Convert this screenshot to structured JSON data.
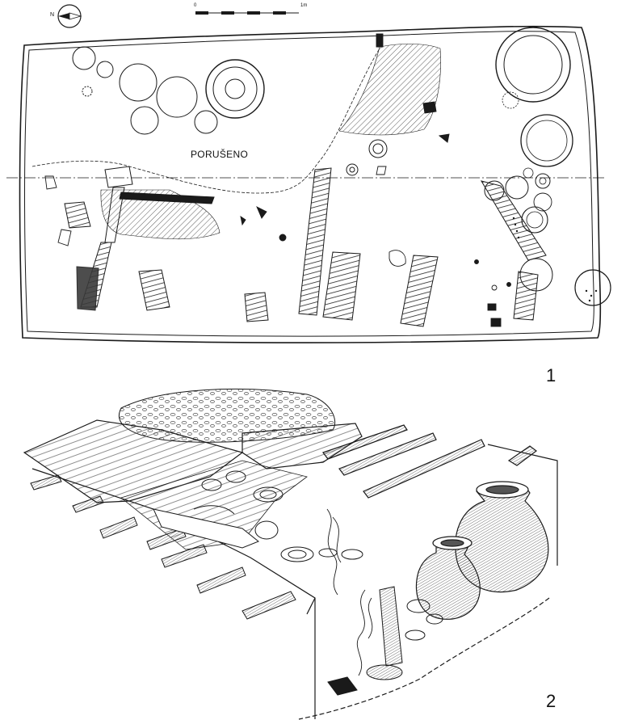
{
  "plan": {
    "label_disturbed": "PORUŠENO",
    "north_label": "N",
    "scale_start": "0",
    "scale_end": "1m",
    "panel_number": "1"
  },
  "reconstruction": {
    "panel_number": "2"
  },
  "colors": {
    "ink": "#1a1a1a",
    "paper": "#ffffff",
    "wood": "#3a3a3a"
  }
}
